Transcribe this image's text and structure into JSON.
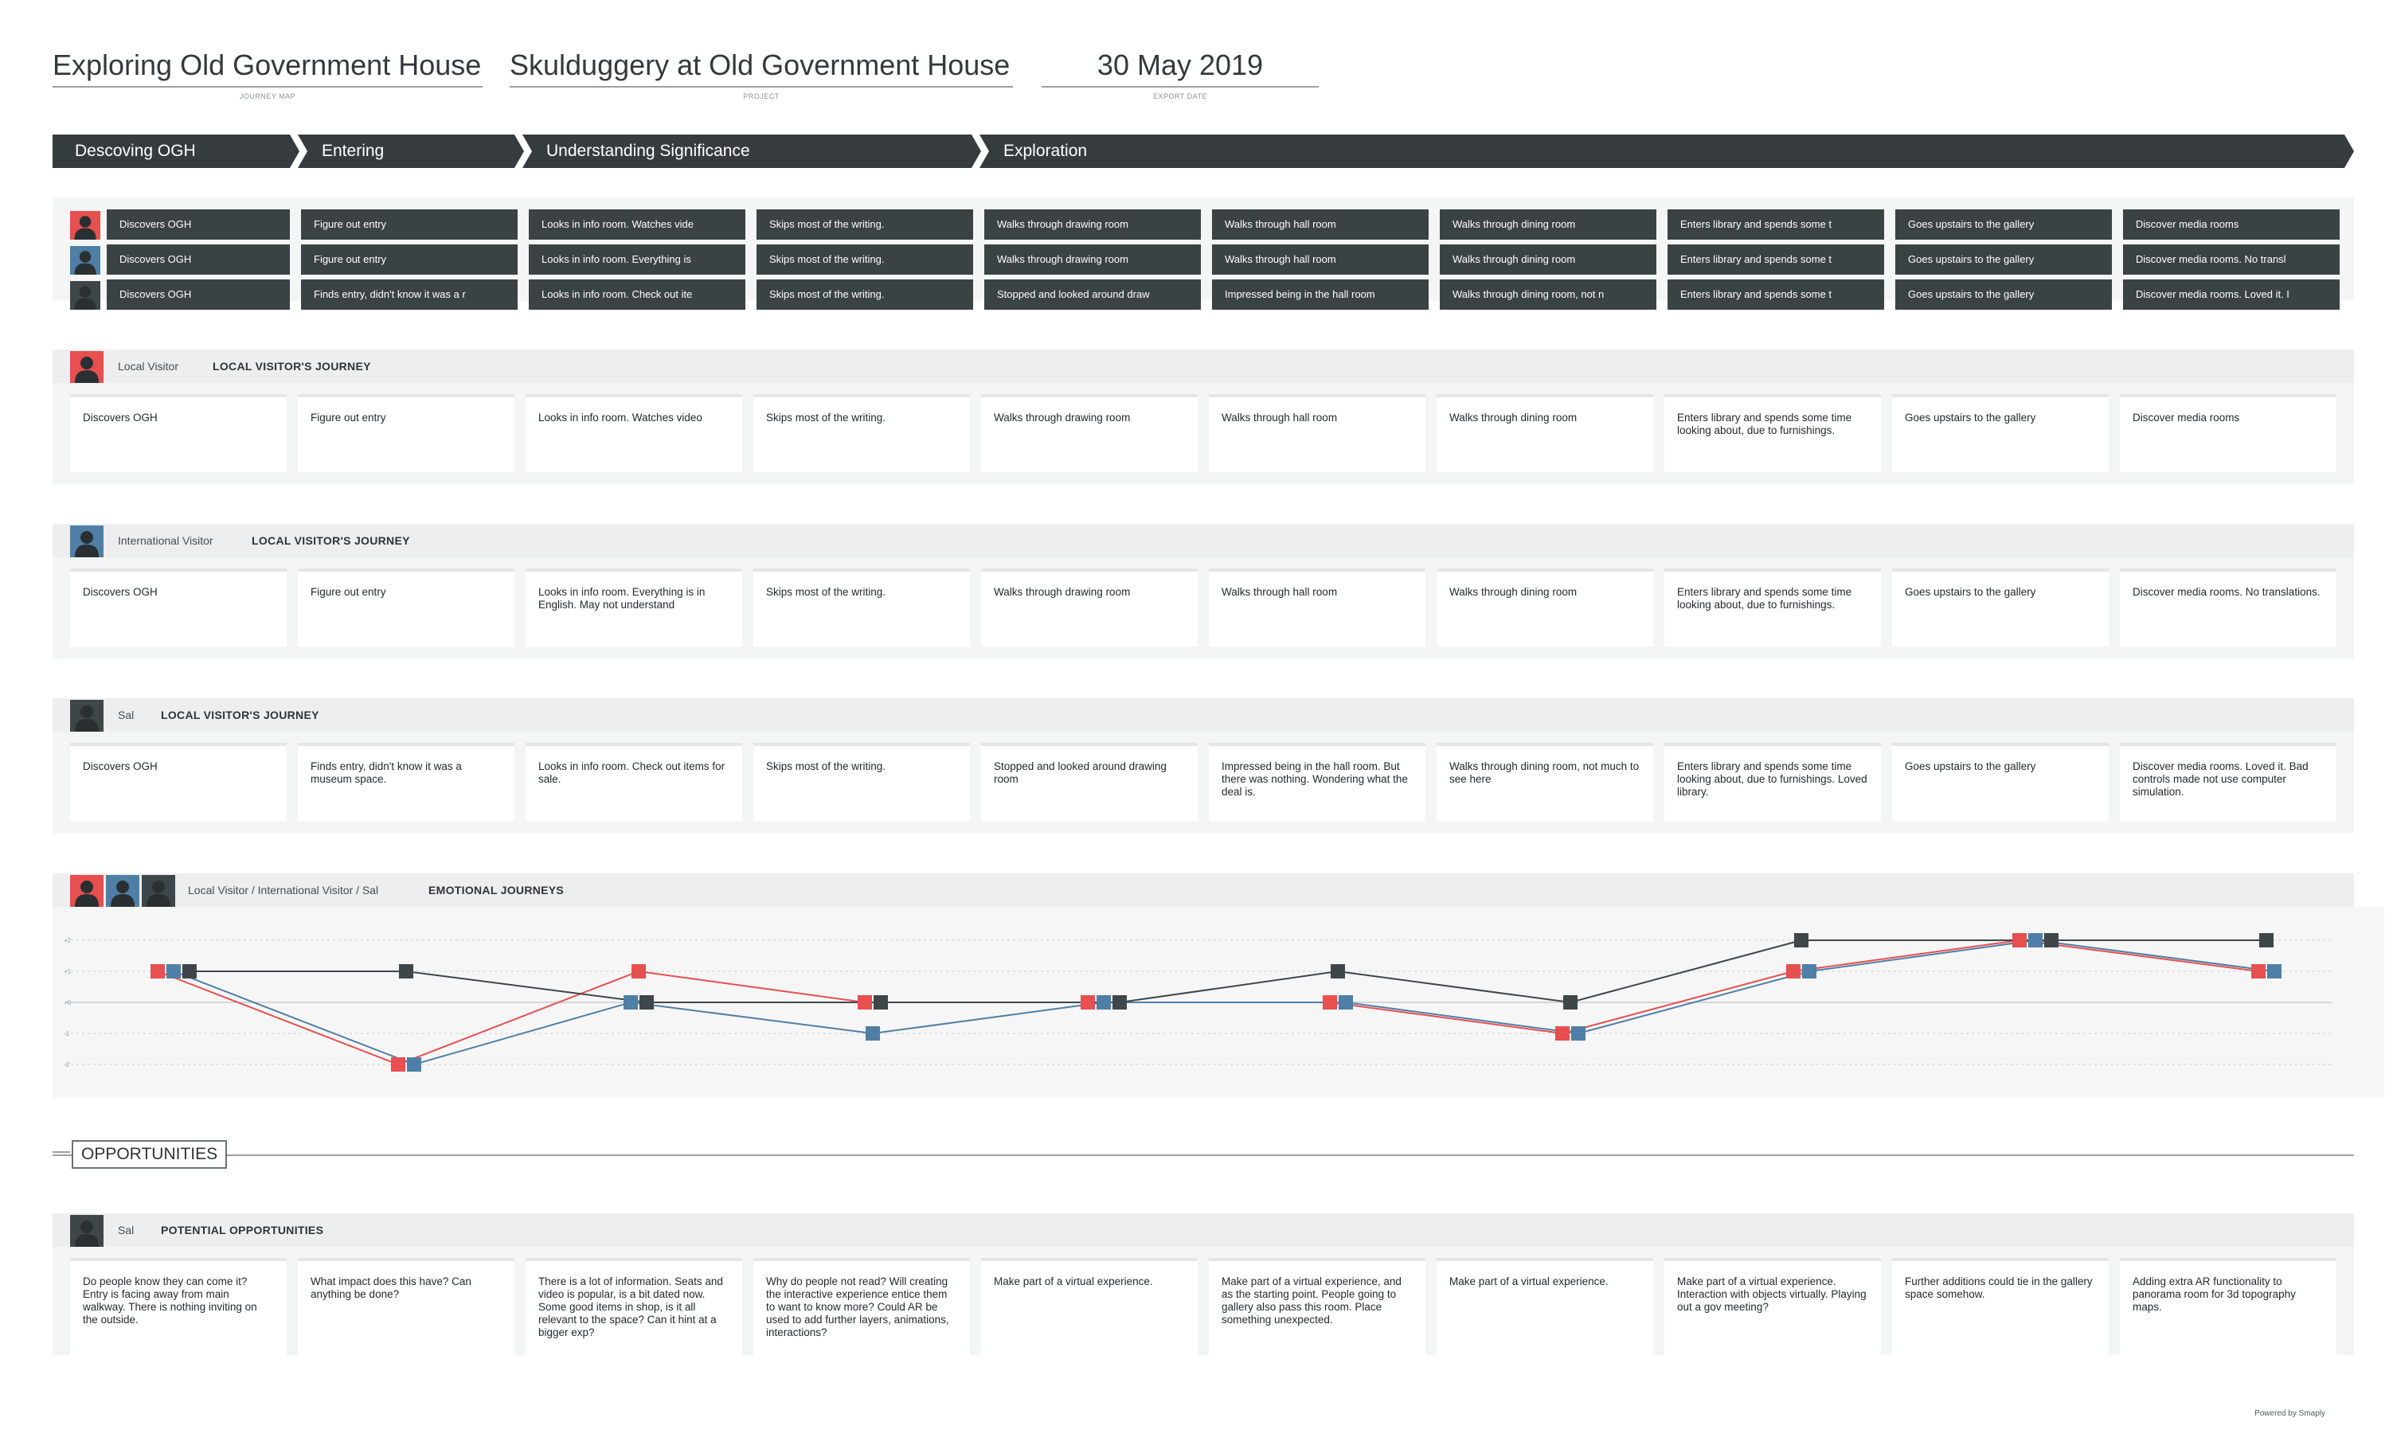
{
  "header": {
    "journey_map": {
      "value": "Exploring Old Government House",
      "caption": "JOURNEY MAP"
    },
    "project": {
      "value": "Skulduggery at Old Government House",
      "caption": "PROJECT"
    },
    "export_date": {
      "value": "30 May 2019",
      "caption": "EXPORT DATE"
    }
  },
  "phases": [
    "Descoving OGH",
    "Entering",
    "Understanding Significance",
    "Exploration"
  ],
  "colors": {
    "local": "#e84f4f",
    "international": "#4f7fa6",
    "sal": "#3f4649",
    "dark_bar": "#363c3e"
  },
  "overview": [
    {
      "persona": "Local Visitor",
      "color": "#e84f4f",
      "cells": [
        "Discovers OGH",
        "Figure out entry",
        "Looks in info room. Watches vide",
        "Skips most of the writing.",
        "Walks through drawing room",
        "Walks through hall room",
        "Walks through dining room",
        "Enters library and spends some t",
        "Goes upstairs to the gallery",
        "Discover media rooms"
      ]
    },
    {
      "persona": "International Visitor",
      "color": "#4f7fa6",
      "cells": [
        "Discovers OGH",
        "Figure out entry",
        "Looks in info room. Everything is",
        "Skips most of the writing.",
        "Walks through drawing room",
        "Walks through hall room",
        "Walks through dining room",
        "Enters library and spends some t",
        "Goes upstairs to the gallery",
        "Discover media rooms. No transl"
      ]
    },
    {
      "persona": "Sal",
      "color": "#3f4649",
      "cells": [
        "Discovers OGH",
        "Finds entry, didn't know it was a r",
        "Looks in info room. Check out ite",
        "Skips most of the writing.",
        "Stopped and looked around draw",
        "Impressed being in the hall room",
        "Walks through dining room, not n",
        "Enters library and spends some t",
        "Goes upstairs to the gallery",
        "Discover media rooms. Loved it. I"
      ]
    }
  ],
  "journeys": [
    {
      "persona": "Local Visitor",
      "title": "LOCAL VISITOR'S JOURNEY",
      "color": "#e84f4f",
      "cards": [
        "Discovers OGH",
        "Figure out entry",
        "Looks in info room. Watches video",
        "Skips most of the writing.",
        "Walks through drawing room",
        "Walks through hall room",
        "Walks through dining room",
        "Enters library and spends some time looking about, due to furnishings.",
        "Goes upstairs to the gallery",
        "Discover media rooms"
      ]
    },
    {
      "persona": "International Visitor",
      "title": "LOCAL VISITOR'S JOURNEY",
      "color": "#4f7fa6",
      "cards": [
        "Discovers OGH",
        "Figure out entry",
        "Looks in info room. Everything is in English. May not understand",
        "Skips most of the writing.",
        "Walks through drawing room",
        "Walks through hall room",
        "Walks through dining room",
        "Enters library and spends some time looking about, due to furnishings.",
        "Goes upstairs to the gallery",
        "Discover media rooms. No translations."
      ]
    },
    {
      "persona": "Sal",
      "title": "LOCAL VISITOR'S JOURNEY",
      "color": "#3f4649",
      "cards": [
        "Discovers OGH",
        "Finds entry, didn't know it was a museum space.",
        "Looks in info room. Check out items for sale.",
        "Skips most of the writing.",
        "Stopped and looked around drawing room",
        "Impressed being in the hall room. But there was nothing. Wondering what the deal is.",
        "Walks through dining room, not much to see here",
        "Enters library and spends some time looking about, due to furnishings. Loved library.",
        "Goes upstairs to the gallery",
        "Discover media rooms. Loved it. Bad controls made not use computer simulation."
      ]
    }
  ],
  "emotional": {
    "personas": "Local Visitor / International Visitor / Sal",
    "title": "EMOTIONAL JOURNEYS"
  },
  "chart_data": {
    "type": "line",
    "title": "EMOTIONAL JOURNEYS",
    "y_ticks": [
      "+2",
      "+1",
      "+0",
      "-1",
      "-2"
    ],
    "ylim": [
      -2,
      2
    ],
    "x": [
      1,
      2,
      3,
      4,
      5,
      6,
      7,
      8,
      9,
      10
    ],
    "series": [
      {
        "name": "Local Visitor",
        "color": "#e84f4f",
        "values": [
          1,
          -2,
          1,
          0,
          0,
          0,
          -1,
          1,
          2,
          1
        ]
      },
      {
        "name": "International Visitor",
        "color": "#4f7fa6",
        "values": [
          1,
          -2,
          0,
          -1,
          0,
          0,
          -1,
          1,
          2,
          1
        ]
      },
      {
        "name": "Sal",
        "color": "#3f4649",
        "values": [
          1,
          1,
          0,
          0,
          0,
          1,
          0,
          2,
          2,
          2
        ]
      }
    ]
  },
  "opportunities": {
    "label": "OPPORTUNITIES",
    "persona": "Sal",
    "title": "POTENTIAL OPPORTUNITIES",
    "cards": [
      "Do people know they can come it? Entry is facing away from main walkway. There is nothing inviting on the outside.",
      "What impact does this have? Can anything be done?",
      "There is a lot of information. Seats and video is popular, is a bit dated now. Some good items in shop, is it all relevant to the space? Can it hint at a bigger exp?",
      "Why do people not read? Will creating the interactive experience entice them to want to know more? Could AR be used to add further layers, animations, interactions?",
      "Make part of a virtual experience.",
      "Make part of a virtual experience, and as the starting point. People going to gallery also pass this room. Place something unexpected.",
      "Make part of a virtual experience.",
      "Make part of a virtual experience. Interaction with objects virtually. Playing out a gov meeting?",
      "Further additions could tie in the gallery space somehow.",
      "Adding extra AR functionality to panorama room for 3d topography maps."
    ]
  },
  "footer": "Powered by Smaply"
}
